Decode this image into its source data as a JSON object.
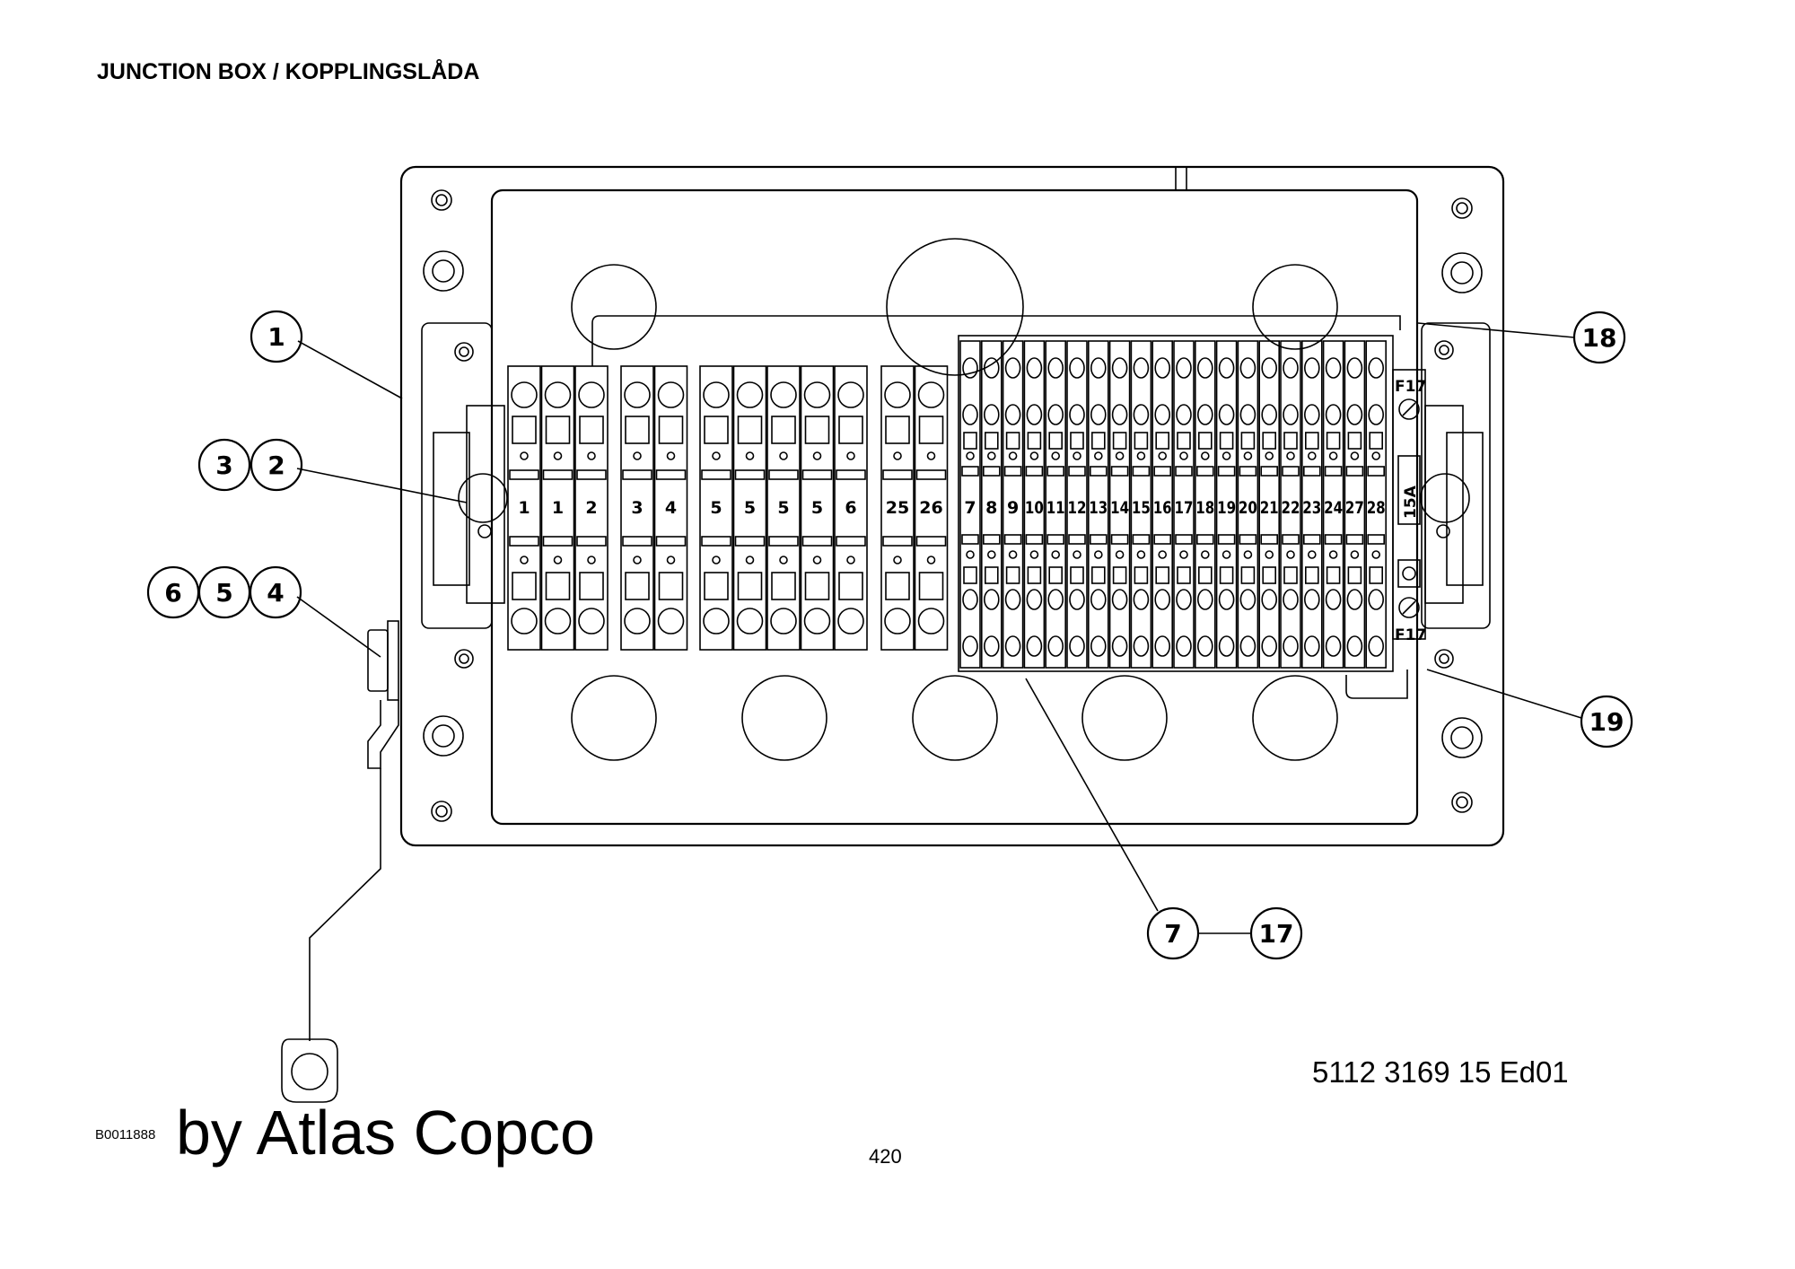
{
  "header": {
    "title": "JUNCTION BOX / KOPPLINGSLÅDA"
  },
  "callouts": {
    "c1": "1",
    "c2": "2",
    "c3": "3",
    "c4": "4",
    "c5": "5",
    "c6": "6",
    "c7": "7",
    "c17": "17",
    "c18": "18",
    "c19": "19"
  },
  "terminals": {
    "group_left": [
      "1",
      "1",
      "2",
      "3",
      "4",
      "5",
      "5",
      "5",
      "5",
      "6",
      "25",
      "26"
    ],
    "group_right": [
      "7",
      "8",
      "9",
      "10",
      "11",
      "12",
      "13",
      "14",
      "15",
      "16",
      "17",
      "18",
      "19",
      "20",
      "21",
      "22",
      "23",
      "24",
      "27",
      "28"
    ]
  },
  "fuse": {
    "top_label": "F17",
    "bottom_label": "F17",
    "rating": "15A"
  },
  "footer": {
    "part_number": "5112 3169 15  Ed01",
    "drawing_id": "B0011888",
    "brand": "by Atlas Copco",
    "page_number": "420"
  }
}
